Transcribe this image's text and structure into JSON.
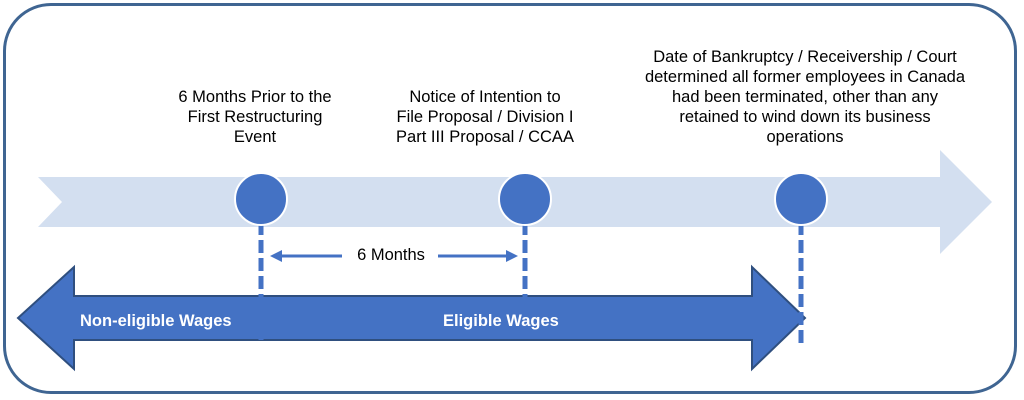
{
  "milestones": [
    {
      "label": "6 Months Prior to the\nFirst Restructuring\nEvent"
    },
    {
      "label": "Notice of Intention to\nFile Proposal / Division I\nPart III Proposal / CCAA"
    },
    {
      "label": "Date of Bankruptcy / Receivership / Court\ndetermined all former employees in Canada\nhad been terminated, other than any\nretained to wind down its business\noperations"
    }
  ],
  "interval": {
    "label": "6 Months"
  },
  "wage_band": {
    "left_label": "Non-eligible Wages",
    "right_label": "Eligible Wages"
  },
  "colors": {
    "frame": "#3f6592",
    "timeline": "#d3dff0",
    "milestone_dot": "#4472c4",
    "dashed_line": "#4472c4",
    "wage_band": "#4472c4",
    "wage_band_outline": "#2f4f7f"
  }
}
